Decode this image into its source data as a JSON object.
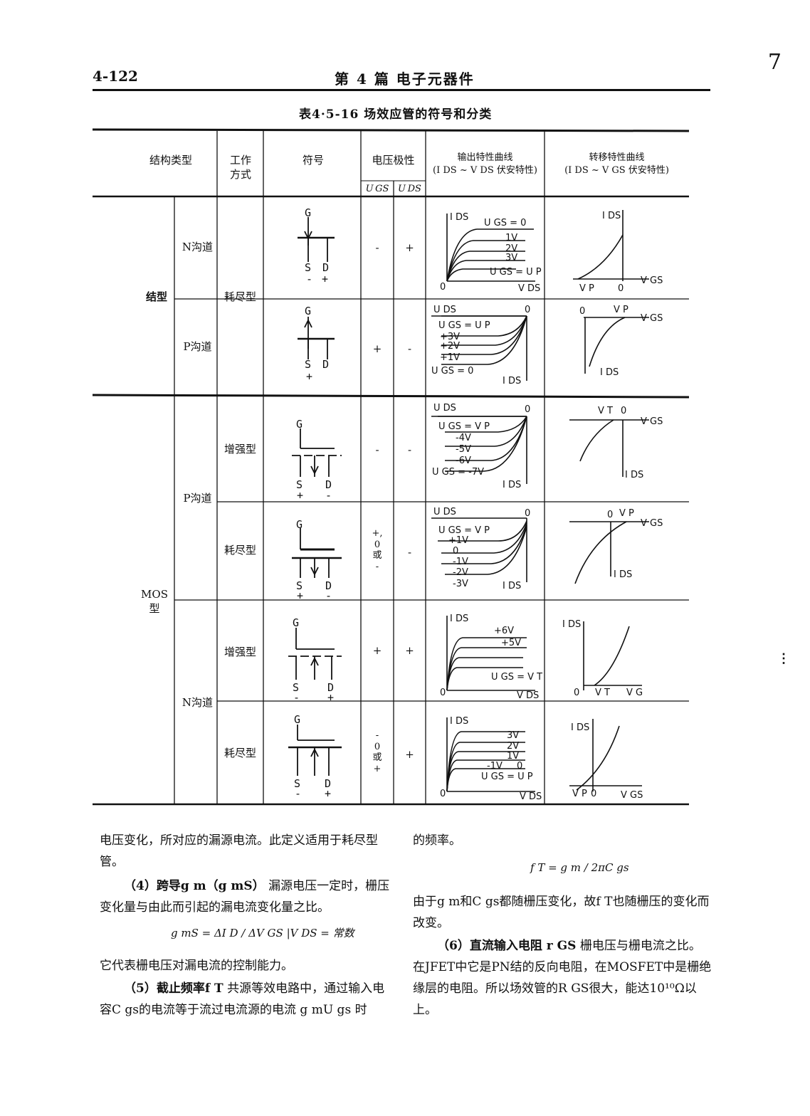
{
  "header": {
    "page_number": "4-122",
    "chapter": "第 4 篇   电子元器件"
  },
  "table": {
    "caption": "表4·5-16   场效应管的符号和分类",
    "columns": {
      "structure": "结构类型",
      "mode": "工作\n方式",
      "symbol": "符号",
      "polarity": "电压极性",
      "ugs": "U GS",
      "uds": "U DS",
      "output_curve": "输出特性曲线\n(I DS ~ V DS 伏安特性)",
      "transfer_curve": "转移特性曲线\n(I DS ~ V GS 伏安特性)"
    },
    "groups": {
      "junction": "结型",
      "mos": "MOS\n型",
      "n_channel": "N沟道",
      "p_channel": "P沟道",
      "p_channel_mos": "P沟道",
      "n_channel_mos": "N沟道"
    },
    "rows": [
      {
        "mode": "耗尽型",
        "ugs": "-",
        "uds": "+",
        "pins": {
          "g": "G",
          "s": "S",
          "d": "D",
          "ps": "-",
          "pd": "+"
        },
        "output": {
          "ylabel": "I DS",
          "xlabel": "V DS",
          "origin": "0",
          "curves": [
            "U GS = 0",
            "1V",
            "2V",
            "3V",
            "U GS = U P"
          ]
        },
        "transfer": {
          "ylabel": "I DS",
          "xlabel": "V GS",
          "p": "V P",
          "origin": "0"
        }
      },
      {
        "ugs": "+",
        "uds": "-",
        "pins": {
          "g": "G",
          "s": "S",
          "d": "D",
          "ps": "+",
          "pd": ""
        },
        "output": {
          "ylabel": "U DS",
          "xlabel": "I DS",
          "origin": "0",
          "curves": [
            "U GS = U P",
            "+3V",
            "+2V",
            "+1V",
            "U GS = 0"
          ]
        },
        "transfer": {
          "ylabel": "I DS",
          "xlabel": "V GS",
          "p": "V P",
          "origin": "0"
        }
      },
      {
        "mode": "增强型",
        "ugs": "-",
        "uds": "-",
        "pins": {
          "g": "G",
          "s": "S",
          "d": "D",
          "ps": "+",
          "pd": "-"
        },
        "output": {
          "ylabel": "U DS",
          "xlabel": "I DS",
          "origin": "0",
          "curves": [
            "U GS = V P",
            "-4V",
            "-5V",
            "-6V",
            "U GS = -7V"
          ]
        },
        "transfer": {
          "ylabel": "I DS",
          "xlabel": "V GS",
          "p": "V T",
          "origin": "0"
        }
      },
      {
        "mode": "耗尽型",
        "ugs": "+,\n0\n或\n-",
        "uds": "-",
        "pins": {
          "g": "G",
          "s": "S",
          "d": "D",
          "ps": "+",
          "pd": "-"
        },
        "output": {
          "ylabel": "U DS",
          "xlabel": "I DS",
          "origin": "0",
          "curves": [
            "U GS = V P",
            "+1V",
            "0",
            "-1V",
            "-2V",
            "-3V"
          ]
        },
        "transfer": {
          "ylabel": "I DS",
          "xlabel": "V GS",
          "p": "V P",
          "origin": "0"
        }
      },
      {
        "mode": "增强型",
        "ugs": "+",
        "uds": "+",
        "pins": {
          "g": "G",
          "s": "S",
          "d": "D",
          "ps": "-",
          "pd": "+"
        },
        "output": {
          "ylabel": "I DS",
          "xlabel": "V DS",
          "origin": "0",
          "curves": [
            "+6V",
            "+5V",
            "U GS = V T"
          ]
        },
        "transfer": {
          "ylabel": "I DS",
          "xlabel": "V G",
          "p": "V T",
          "origin": "0"
        }
      },
      {
        "mode": "耗尽型",
        "ugs": "-\n0\n或\n+",
        "uds": "+",
        "pins": {
          "g": "G",
          "s": "S",
          "d": "D",
          "ps": "-",
          "pd": "+"
        },
        "output": {
          "ylabel": "I DS",
          "xlabel": "V DS",
          "origin": "0",
          "curves": [
            "3V",
            "2V",
            "1V",
            "0",
            "-1V",
            "U GS = U P"
          ]
        },
        "transfer": {
          "ylabel": "I DS",
          "xlabel": "V GS",
          "p": "V P",
          "origin": "0"
        }
      }
    ]
  },
  "text": {
    "left_p1": "电压变化，所对应的漏源电流。此定义适用于耗尽型管。",
    "left_p2_title": "（4）跨导g m（g mS）",
    "left_p2": "漏源电压一定时，栅压变化量与由此而引起的漏电流变化量之比。",
    "formula1": "g mS = ΔI D / ΔV GS |V DS = 常数",
    "left_p3": "它代表栅电压对漏电流的控制能力。",
    "left_p4_title": "（5）截止频率f T",
    "left_p4": "共源等效电路中，通过输入电容C gs的电流等于流过电流源的电流 g mU gs 时",
    "right_p1": "的频率。",
    "formula2": "f T = g m / 2πC gs",
    "right_p2": "由于g m和C gs都随栅压变化，故f T也随栅压的变化而改变。",
    "right_p3_title": "（6）直流输入电阻 r GS",
    "right_p3": "栅电压与栅电流之比。在JFET中它是PN结的反向电阻，在MOSFET中是栅绝缘层的电阻。所以场效管的R GS很大，能达10¹⁰Ω以上。"
  }
}
